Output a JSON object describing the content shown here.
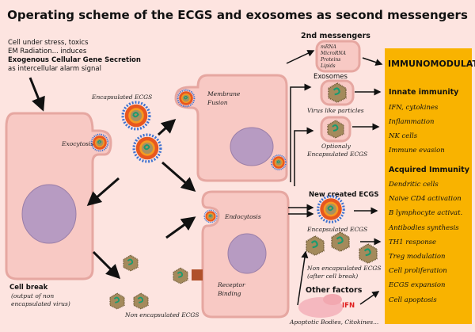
{
  "title": "Operating scheme of the ECGS and exosomes as second messengers",
  "intro": {
    "line1": "Cell under stress, toxics",
    "line2": "EM Radiation... induces",
    "line3": "Exogenous Cellular Gene Secretion",
    "line4": "as intercellular alarm signal"
  },
  "labels": {
    "encapsulated_ecgs_top": "Encapsulated ECGS",
    "exocytosis": "Exocytosis",
    "membrane": "Membrane",
    "fusion": "Fusion",
    "endocytosis": "Endocytosis",
    "receptor": "Receptor",
    "binding": "Binding",
    "cell_break": "Cell break",
    "cell_break_sub1": "(output of non",
    "cell_break_sub2": "encapsulated virus)",
    "non_encapsulated_bottom": "Non encapsulated ECGS",
    "second_messengers": "2nd messengers",
    "msg_mrna": "mRNA",
    "msg_microrna": "MicroRNA",
    "msg_proteins": "Proteins",
    "msg_lipids": "Lipids",
    "exosomes": "Exosomes",
    "virus_like": "Virus like particles",
    "optionaly": "Optionaly",
    "optionaly_encapsulated": "Encapsulated ECGS",
    "new_created": "New created ECGS",
    "encapsulated_ecgs_new": "Encapsulated ECGS",
    "non_enc_after1": "Non encapsulated ECGS",
    "non_enc_after2": "(after cell break)",
    "other_factors": "Other factors",
    "ifn": "IFN",
    "apoptotic": "Apoptotic Bodies, Citokines..."
  },
  "panel": {
    "title": "IMMUNOMODULATION",
    "innate_heading": "Innate immunity",
    "innate": [
      "IFN, cytokines",
      "Inflammation",
      "NK cells",
      "Immune evasion"
    ],
    "acquired_heading": "Acquired Immunity",
    "acquired": [
      "Dendritic cells",
      "Naive CD4 activation",
      "B lymphocyte activat.",
      "Antibodies synthesis",
      "TH1 response",
      "Treg modulation",
      "Cell proliferation",
      "ECGS expansion",
      "Cell apoptosis"
    ]
  },
  "colors": {
    "background": "#fde4e0",
    "panel": "#f9b300",
    "ifn": "#e02020",
    "cell": "#f8c9c4",
    "nucleus": "#b79bc2"
  }
}
